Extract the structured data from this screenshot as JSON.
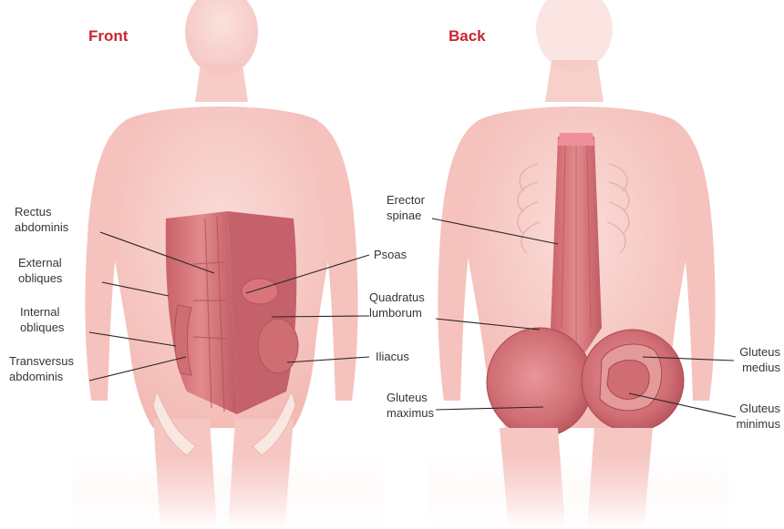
{
  "panels": {
    "front": {
      "title": "Front"
    },
    "back": {
      "title": "Back"
    }
  },
  "labels": {
    "rectus_abdominis": [
      "Rectus",
      "abdominis"
    ],
    "external_obliques": [
      "External",
      "obliques"
    ],
    "internal_obliques": [
      "Internal",
      "obliques"
    ],
    "transversus_abdominis": [
      "Transversus",
      "abdominis"
    ],
    "psoas": [
      "Psoas"
    ],
    "quadratus_lumborum": [
      "Quadratus",
      "lumborum"
    ],
    "iliacus": [
      "Iliacus"
    ],
    "erector_spinae": [
      "Erector",
      "spinae"
    ],
    "gluteus_maximus": [
      "Gluteus",
      "maximus"
    ],
    "gluteus_medius": [
      "Gluteus",
      "medius"
    ],
    "gluteus_minimus": [
      "Gluteus",
      "minimus"
    ]
  },
  "colors": {
    "title": "#c8262f",
    "label_text": "#3a3234",
    "leader_line": "#2b2324",
    "skin": "#f7c9c4",
    "muscle": "#d9757a",
    "muscle_dark": "#b4525a"
  }
}
